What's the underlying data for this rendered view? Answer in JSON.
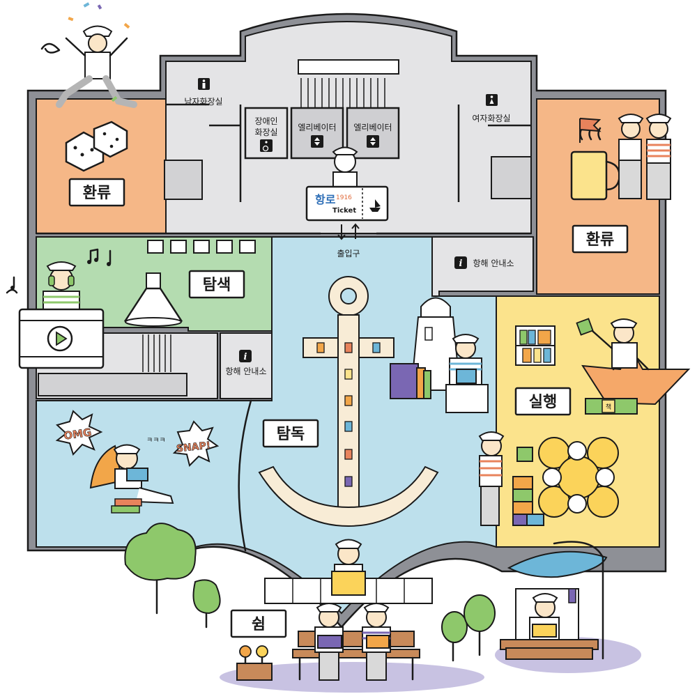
{
  "colors": {
    "floor_gray": "#e4e4e6",
    "wall": "#8e9096",
    "exchange_orange": "#f5b787",
    "explore_green": "#b4dcb0",
    "read_blue": "#bde0ec",
    "action_yellow": "#fbe38c",
    "anchor": "#f8ecd6",
    "outline": "#1a1a1a",
    "rest_shadow": "#c8c2e2"
  },
  "zones": {
    "exchange_left": "환류",
    "exchange_right": "환류",
    "explore": "탐색",
    "read": "탐독",
    "action": "실행",
    "rest": "쉼"
  },
  "rooms": {
    "mens_restroom": "남자화장실",
    "womens_restroom": "여자화장실",
    "accessible_restroom_line1": "장애인",
    "accessible_restroom_line2": "화장실",
    "elevator_1": "엘리베이터",
    "elevator_2": "엘리베이터",
    "entrance": "출입구",
    "info_desk_1": "항해 안내소",
    "info_desk_2": "항해 안내소"
  },
  "signage": {
    "ticket_logo": "항로",
    "ticket_year": "1916",
    "ticket_word": "Ticket",
    "omg": "OMG",
    "snap": "SNAP!",
    "laugh": "ㅋㅋㅋ",
    "book_chip": "책"
  },
  "icons": {
    "toilet_male": "man-toilet-icon",
    "toilet_female": "woman-toilet-icon",
    "wheelchair": "wheelchair-icon",
    "elevator": "elevator-arrows-icon",
    "info": "info-icon",
    "play": "play-icon",
    "music": "music-note-icon"
  }
}
